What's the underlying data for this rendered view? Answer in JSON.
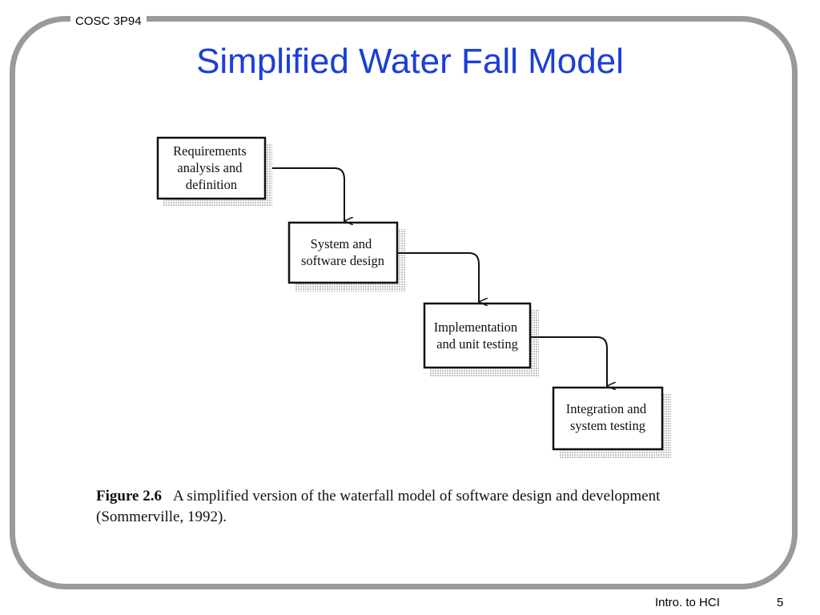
{
  "header": {
    "course": "COSC 3P94"
  },
  "title": "Simplified Water Fall Model",
  "stages": [
    {
      "lines": [
        "Requirements",
        "analysis and",
        "definition"
      ]
    },
    {
      "lines": [
        "System and",
        "software design"
      ]
    },
    {
      "lines": [
        "Implementation",
        "and unit testing"
      ]
    },
    {
      "lines": [
        "Integration and",
        "system testing"
      ]
    }
  ],
  "caption": {
    "figure_label": "Figure  2.6",
    "line1": "A simplified version of the waterfall model of software design and development",
    "line2": "(Sommerville, 1992)."
  },
  "footer": {
    "label": "Intro. to HCI",
    "page": "5"
  },
  "colors": {
    "title": "#1a3fd6",
    "border": "#9a9a9a"
  }
}
